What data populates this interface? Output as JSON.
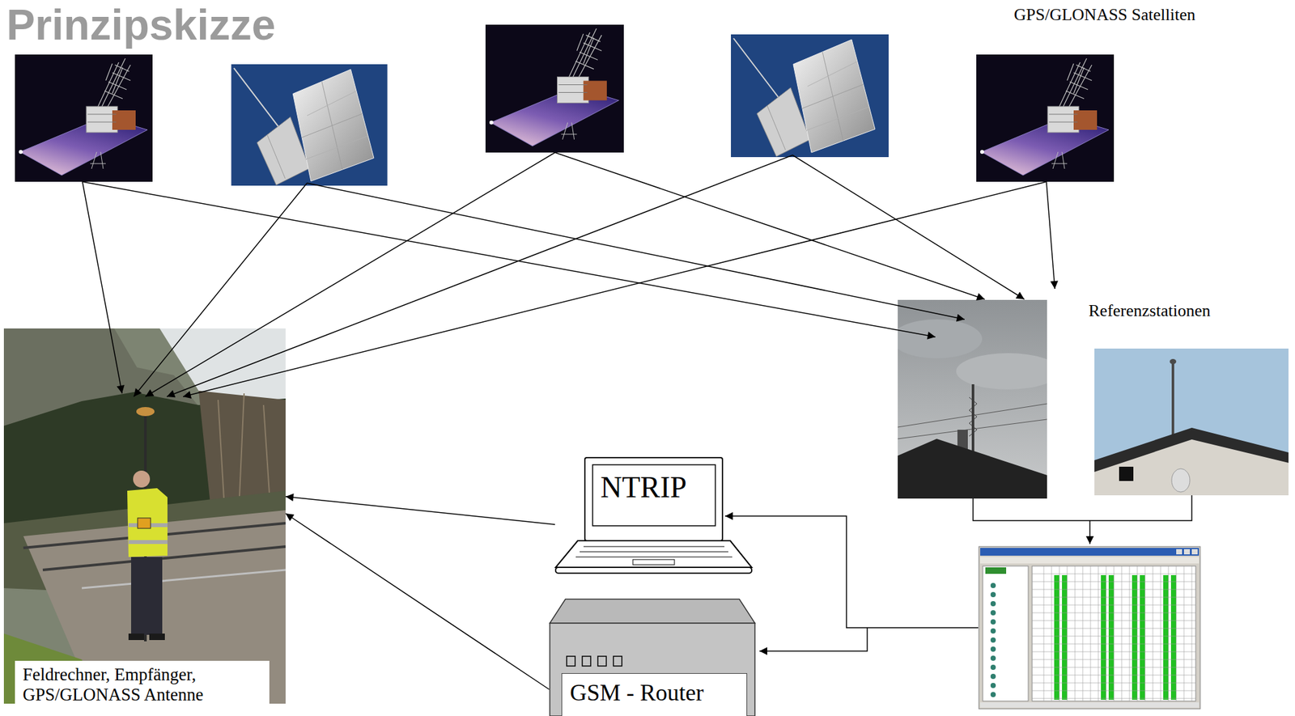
{
  "diagram": {
    "title": "Prinzipskizze",
    "nodes": [
      {
        "text": [
          "Referenzstationen"
        ]
      },
      {
        "text": [
          "Feldrechner, Empfänger, GPS/GLONASS Antenne"
        ]
      },
      {
        "text": [
          "NTRIP"
        ]
      },
      {
        "text": [
          "GSM - Router"
        ]
      }
    ],
    "edges": [
      {
        "from": 2,
        "to": 1,
        "arrow": "to"
      },
      {
        "from": 3,
        "to": 1,
        "arrow": "to"
      }
    ],
    "labels": [
      "GPS/GLONASS Satelliten"
    ]
  }
}
